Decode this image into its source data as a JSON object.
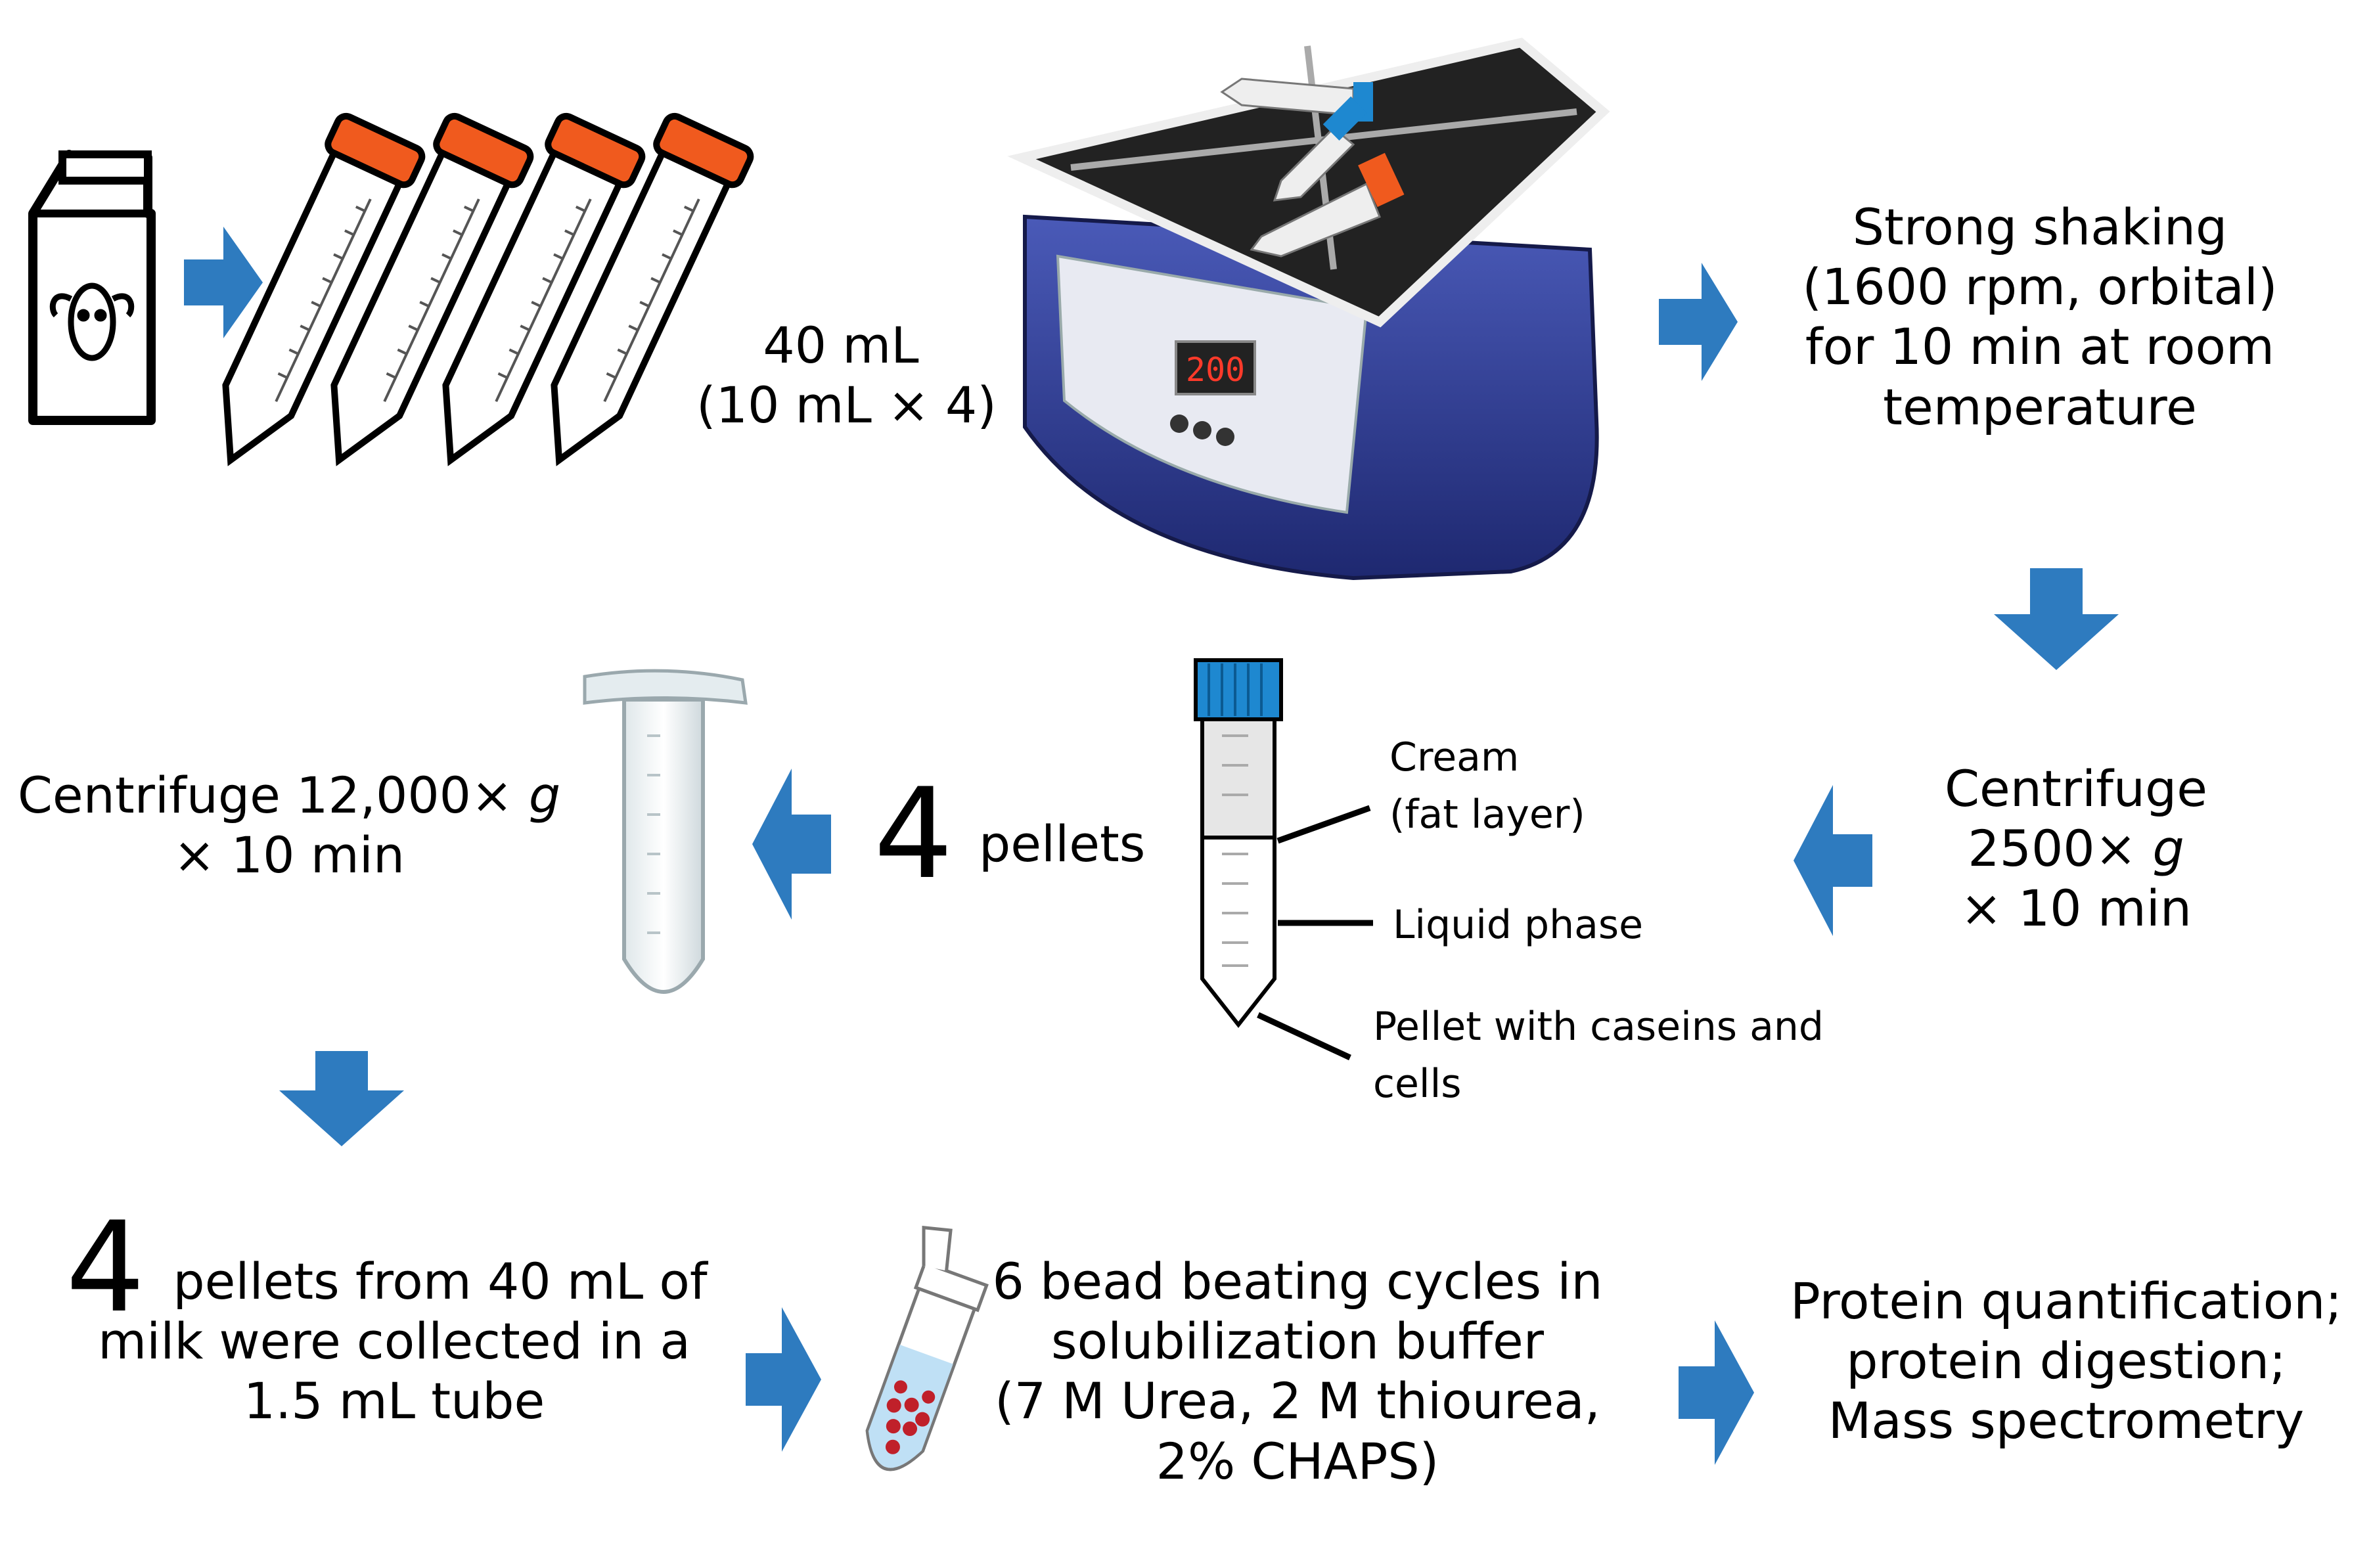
{
  "colors": {
    "arrow": "#2E7BBF",
    "cap_orange": "#F05A1E",
    "cap_blue": "#1E88D0",
    "shaker_blue": "#2D3A8C",
    "display_red": "#FF3A2A",
    "pellet_red": "#C0202A"
  },
  "icons": [
    "milk-carton-icon",
    "falcon-tube-icon",
    "orbital-shaker-icon",
    "centrifuge-tube-icon",
    "microtube-icon",
    "flow-arrow-icon"
  ],
  "labels": {
    "volume": [
      "40 mL",
      "(10 mL × 4)"
    ],
    "shaker_display": "200",
    "step_shaking": [
      "Strong shaking",
      "(1600 rpm, orbital)",
      "for 10 min at room",
      "temperature"
    ],
    "step_centrifuge1": [
      "Centrifuge",
      "2500×",
      "g",
      "× 10 min"
    ],
    "tube_layers": {
      "cream": [
        "Cream",
        "(fat layer)"
      ],
      "liquid": "Liquid phase",
      "pellet": [
        "Pellet with caseins and",
        "cells"
      ]
    },
    "pellets_count": "4",
    "pellets_word": "pellets",
    "step_centrifuge2": [
      "Centrifuge 12,000×",
      "g",
      "× 10 min"
    ],
    "collected_count": "4",
    "collected": [
      "pellets from 40 mL of",
      "milk were collected in a",
      "1.5 mL tube"
    ],
    "bead_beating": [
      "6 bead beating cycles in",
      "solubilization buffer",
      "(7 M Urea, 2 M thiourea,",
      "2% CHAPS)"
    ],
    "final": [
      "Protein quantification;",
      "protein digestion;",
      "Mass spectrometry"
    ]
  }
}
